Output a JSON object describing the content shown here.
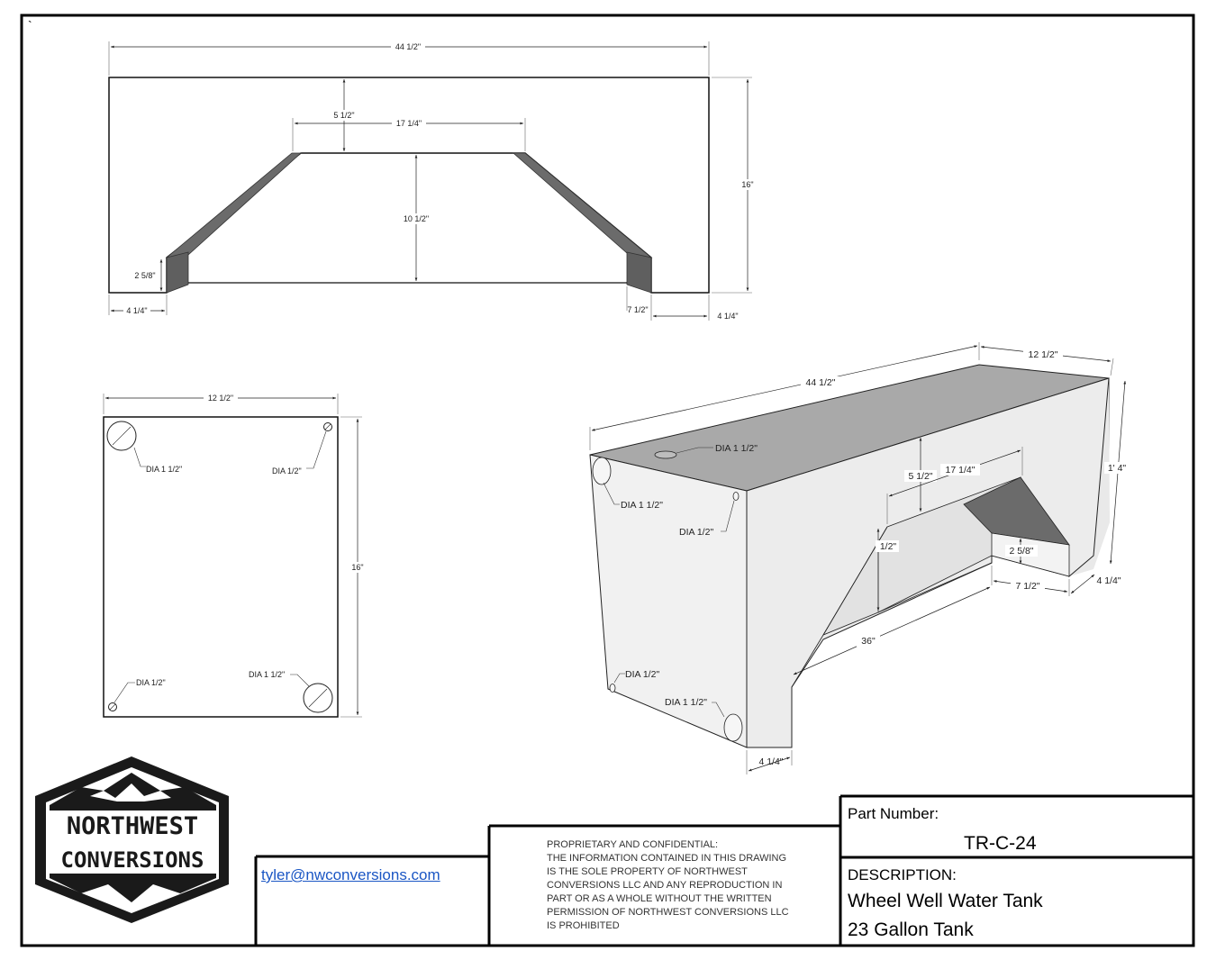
{
  "stray_mark": "`",
  "front_view": {
    "overall_width": "44 1/2\"",
    "overall_height": "16\"",
    "top_depth": "5 1/2\"",
    "top_flat": "17 1/4\"",
    "cutout_height": "10 1/2\"",
    "foot_height": "2 5/8\"",
    "foot_left": "4 1/4\"",
    "foot_right": "4 1/4\"",
    "step_width": "7 1/2\""
  },
  "top_view": {
    "width": "12 1/2\"",
    "height": "16\"",
    "hole_top_left": "DIA 1 1/2\"",
    "hole_top_right": "DIA 1/2\"",
    "hole_bottom_left": "DIA 1/2\"",
    "hole_bottom_right": "DIA 1 1/2\""
  },
  "iso_view": {
    "length": "44 1/2\"",
    "depth": "12 1/2\"",
    "height": "1' 4\"",
    "top_hole": "DIA 1 1/2\"",
    "cut_depth": "5 1/2\"",
    "cut_flat": "17 1/4\"",
    "cut_side": "1/2\"",
    "foot_height": "2 5/8\"",
    "step": "7 1/2\"",
    "foot_right": "4 1/4\"",
    "bottom_length": "36\"",
    "foot_left": "4 1/4\"",
    "hole_end_top_left": "DIA 1 1/2\"",
    "hole_end_top_right": "DIA 1/2\"",
    "hole_end_bottom_left": "DIA 1/2\"",
    "hole_end_bottom_right": "DIA 1 1/2\""
  },
  "logo": {
    "line1": "NORTHWEST",
    "line2": "CONVERSIONS"
  },
  "title_block": {
    "email": "tyler@nwconversions.com",
    "legal": "PROPRIETARY AND CONFIDENTIAL:\nTHE INFORMATION CONTAINED IN THIS DRAWING\nIS THE SOLE PROPERTY OF NORTHWEST\nCONVERSIONS LLC AND ANY REPRODUCTION IN\nPART OR AS A WHOLE WITHOUT THE WRITTEN\nPERMISSION OF NORTHWEST CONVERSIONS LLC\nIS PROHIBITED",
    "part_number_label": "Part Number:",
    "part_number": "TR-C-24",
    "description_label": "DESCRIPTION:",
    "description_line1": "Wheel Well Water Tank",
    "description_line2": "23 Gallon Tank"
  },
  "colors": {
    "border": "#000000",
    "link": "#1a56c4",
    "shade_dark": "#6b6b6b",
    "shade_top": "#a9a9a9",
    "face_light": "#eeeeee"
  }
}
